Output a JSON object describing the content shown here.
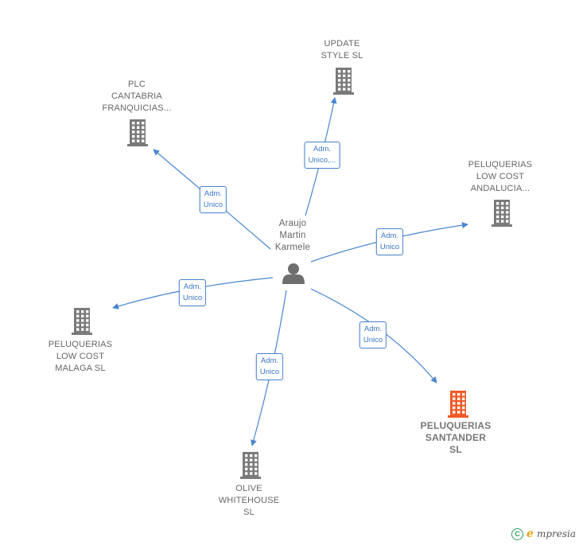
{
  "center": {
    "label": "Araujo\nMartin\nKarmele"
  },
  "nodes": [
    {
      "id": "update-style",
      "label": "UPDATE\nSTYLE  SL",
      "highlight": false
    },
    {
      "id": "plc-cantabria",
      "label": "PLC\nCANTABRIA\nFRANQUICIAS...",
      "highlight": false
    },
    {
      "id": "peluquerias-andalucia",
      "label": "PELUQUERIAS\nLOW COST\nANDALUCIA...",
      "highlight": false
    },
    {
      "id": "peluquerias-malaga",
      "label": "PELUQUERIAS\nLOW COST\nMALAGA  SL",
      "highlight": false
    },
    {
      "id": "peluquerias-santander",
      "label": "PELUQUERIAS\nSANTANDER\nSL",
      "highlight": true
    },
    {
      "id": "olive-whitehouse",
      "label": "OLIVE\nWHITEHOUSE\nSL",
      "highlight": false
    }
  ],
  "edges": [
    {
      "to": "update-style",
      "label": "Adm.\nUnico,..."
    },
    {
      "to": "plc-cantabria",
      "label": "Adm.\nUnico"
    },
    {
      "to": "peluquerias-andalucia",
      "label": "Adm.\nUnico"
    },
    {
      "to": "peluquerias-malaga",
      "label": "Adm.\nUnico"
    },
    {
      "to": "peluquerias-santander",
      "label": "Adm.\nUnico"
    },
    {
      "to": "olive-whitehouse",
      "label": "Adm.\nUnico"
    }
  ],
  "colors": {
    "edge": "#4a86d0",
    "building": "#7a7a7a",
    "building_highlight": "#f05a28",
    "person": "#6e6e6e"
  },
  "brand": {
    "copyright_symbol": "C",
    "initial": "e",
    "rest": "mpresia"
  }
}
